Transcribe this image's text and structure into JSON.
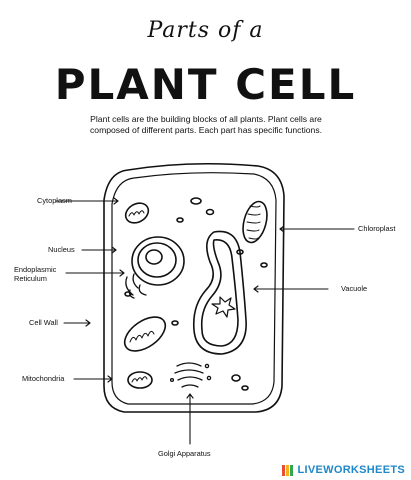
{
  "header": {
    "script_title": "Parts of a",
    "main_title": "PLANT CELL",
    "intro": "Plant cells are the building blocks of all plants. Plant cells are composed of different parts. Each part has specific functions."
  },
  "labels": {
    "cytoplasm": "Cytoplasm",
    "nucleus": "Nucleus",
    "endoplasmic_reticulum": "Endoplasmic Reticulum",
    "cell_wall": "Cell Wall",
    "mitochondria": "Mitochondria",
    "chloroplast": "Chloroplast",
    "vacuole": "Vacuole",
    "golgi_apparatus": "Golgi Apparatus"
  },
  "footer": {
    "brand": "LIVEWORKSHEETS"
  },
  "colors": {
    "ink": "#111111",
    "brand_blue": "#1e88c8",
    "logo_colors": [
      "#e84c3d",
      "#f6b21a",
      "#2fa84f",
      "#1e88c8"
    ]
  }
}
